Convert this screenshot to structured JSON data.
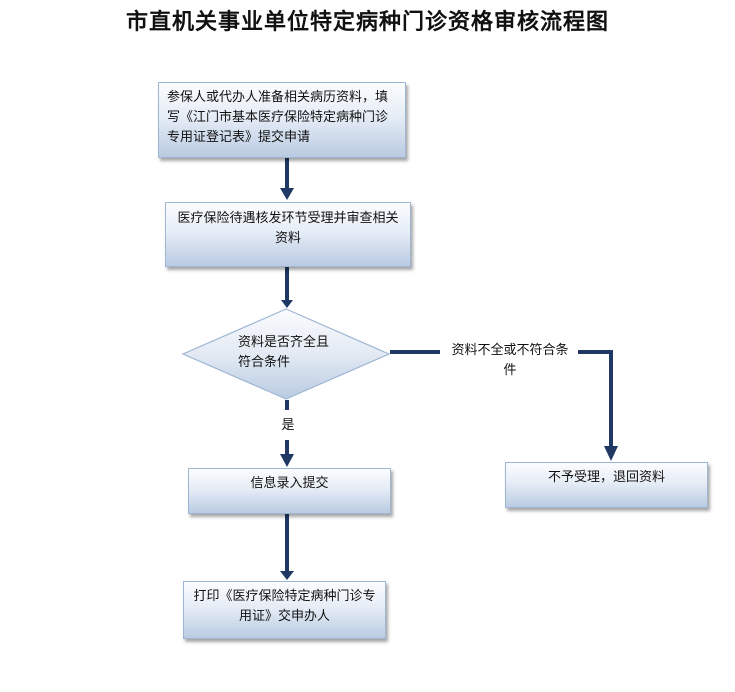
{
  "title": "市直机关事业单位特定病种门诊资格审核流程图",
  "colors": {
    "arrow": "#1f3864",
    "box_border": "#9fb6d3",
    "box_top": "#fbfcfe",
    "box_bottom": "#b9cbe2"
  },
  "nodes": {
    "step1": "参保人或代办人准备相关病历资料，填写《江门市基本医疗保险特定病种门诊专用证登记表》提交申请",
    "step2": "医疗保险待遇核发环节受理并审查相关资料",
    "decision": "资料是否齐全且符合条件",
    "yes_step": "信息录入提交",
    "final_step": "打印《医疗保险特定病种门诊专用证》交申办人",
    "reject_step": "不予受理，退回资料"
  },
  "edges": {
    "yes_label": "是",
    "no_label": "资料不全或不符合条件"
  }
}
